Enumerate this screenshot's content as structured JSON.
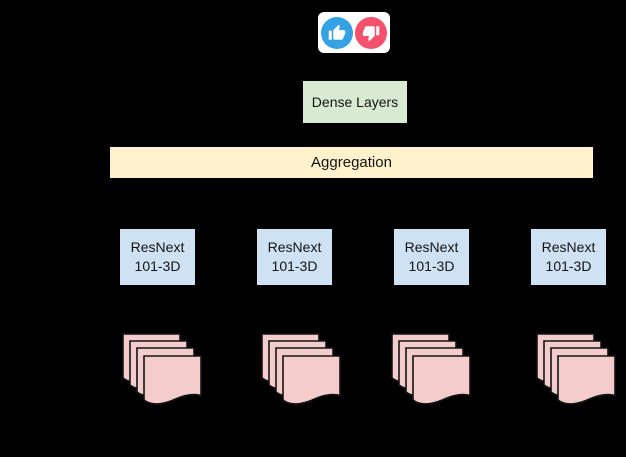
{
  "diagram": {
    "title": "video-classification-architecture",
    "output": {
      "like_icon": "thumbs-up-icon",
      "dislike_icon": "thumbs-down-icon"
    },
    "nodes": {
      "dense": {
        "label": "Dense Layers"
      },
      "aggregation": {
        "label": "Aggregation"
      },
      "encoders": [
        {
          "line1": "ResNext",
          "line2": "101-3D"
        },
        {
          "line1": "ResNext",
          "line2": "101-3D"
        },
        {
          "line1": "ResNext",
          "line2": "101-3D"
        },
        {
          "line1": "ResNext",
          "line2": "101-3D"
        }
      ],
      "document_stacks": {
        "count": 4,
        "pages_per_stack": 4
      }
    },
    "colors": {
      "background": "#000000",
      "reactions_panel": "#ffffff",
      "like_blue": "#35a2e4",
      "dislike_red": "#f4516c",
      "dense_green": "#d9ead3",
      "aggregation_yellow": "#fff2cc",
      "encoder_blue": "#cfe2f3",
      "document_pink": "#f4cccc",
      "text": "#141414"
    }
  }
}
